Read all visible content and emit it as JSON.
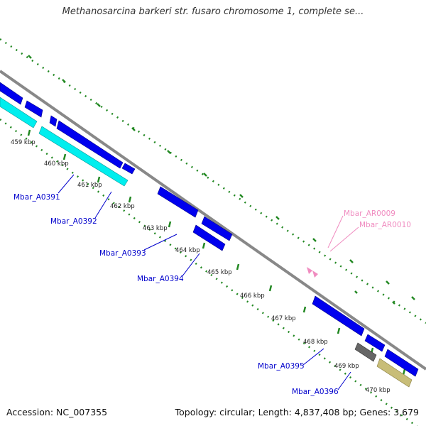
{
  "title": "Methanosarcina barkeri str. fusaro chromosome 1, complete se...",
  "accession_text": "Accession: NC_007355",
  "topology_text": "Topology: circular; Length: 4,837,408 bp; Genes: 3,679",
  "kbp_ticks": [
    "459 kbp",
    "460 kbp",
    "461 kbp",
    "462 kbp",
    "463 kbp",
    "464 kbp",
    "465 kbp",
    "466 kbp",
    "467 kbp",
    "468 kbp",
    "469 kbp",
    "470 kbp"
  ],
  "gene_labels": [
    {
      "name": "Mbar_A0391",
      "color": "#0000cc"
    },
    {
      "name": "Mbar_A0392",
      "color": "#0000cc"
    },
    {
      "name": "Mbar_A0393",
      "color": "#0000cc"
    },
    {
      "name": "Mbar_A0394",
      "color": "#0000cc"
    },
    {
      "name": "Mbar_A0395",
      "color": "#0000cc"
    },
    {
      "name": "Mbar_A0396",
      "color": "#0000cc"
    },
    {
      "name": "Mbar_AR0009",
      "color": "#f08cc0"
    },
    {
      "name": "Mbar_AR0010",
      "color": "#f08cc0"
    }
  ],
  "colors": {
    "cds": "#0000ee",
    "rrna": "#00eeee",
    "trna": "#f08cc0",
    "misc_gray": "#666666",
    "misc_khaki": "#c8bd78",
    "backbone": "#888888",
    "ticks": "#228822"
  }
}
